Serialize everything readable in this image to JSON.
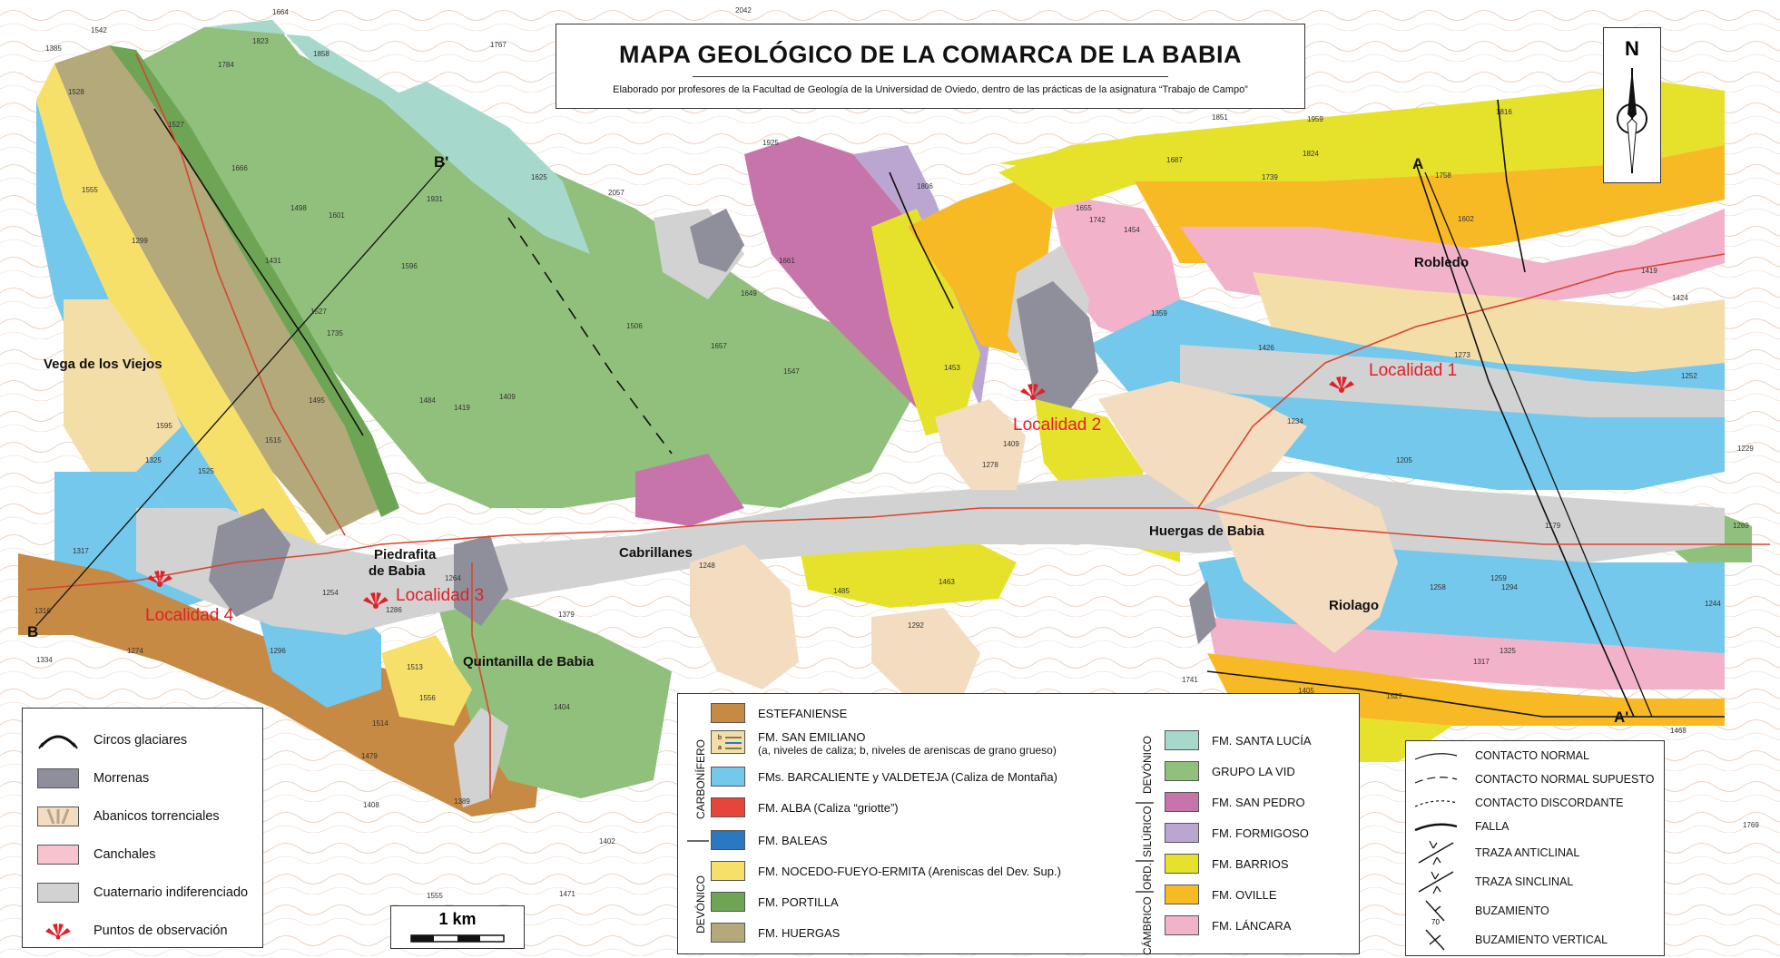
{
  "title": "MAPA GEOLÓGICO DE LA COMARCA DE LA BABIA",
  "subtitle": "Elaborado por profesores de la Facultad de Geología de la Universidad de Oviedo, dentro de las prácticas de la asignatura “Trabajo de Campo”",
  "north_label": "N",
  "scale_label": "1 km",
  "places": [
    {
      "key": "vega",
      "name": "Vega de los Viejos"
    },
    {
      "key": "piedrafita1",
      "name": "Piedrafita"
    },
    {
      "key": "piedrafita2",
      "name": "de Babia"
    },
    {
      "key": "cabrillanes",
      "name": "Cabrillanes"
    },
    {
      "key": "quintanilla",
      "name": "Quintanilla de Babia"
    },
    {
      "key": "huergas",
      "name": "Huergas de Babia"
    },
    {
      "key": "riolago",
      "name": "Riolago"
    },
    {
      "key": "robledo",
      "name": "Robledo"
    }
  ],
  "localities": [
    "Localidad 1",
    "Localidad 2",
    "Localidad 3",
    "Localidad 4"
  ],
  "section_labels": [
    "A",
    "A'",
    "B",
    "B'"
  ],
  "elevations": [
    "1385",
    "1542",
    "1664",
    "1823",
    "1858",
    "1767",
    "2042",
    "1528",
    "1784",
    "1527",
    "1555",
    "1666",
    "1498",
    "1601",
    "1431",
    "1596",
    "1625",
    "2057",
    "1931",
    "1299",
    "1735",
    "1527",
    "1525",
    "1595",
    "1506",
    "1657",
    "1409",
    "1484",
    "1419",
    "1495",
    "1515",
    "1325",
    "1317",
    "1334",
    "1274",
    "1316",
    "1286",
    "1254",
    "1264",
    "1296",
    "1513",
    "1556",
    "1514",
    "1479",
    "1408",
    "1389",
    "1402",
    "1555",
    "1471",
    "1379",
    "1248",
    "1485",
    "1463",
    "1292",
    "1627",
    "1404",
    "1925",
    "1806",
    "1661",
    "1649",
    "1547",
    "1453",
    "1409",
    "1278",
    "1851",
    "1959",
    "1687",
    "1824",
    "1739",
    "1655",
    "1742",
    "1454",
    "1359",
    "1426",
    "1234",
    "1205",
    "1273",
    "1816",
    "1758",
    "1602",
    "1767",
    "1419",
    "1424",
    "1252",
    "1229",
    "1289",
    "1179",
    "1258",
    "1259",
    "1294",
    "1244",
    "1325",
    "1317",
    "1741",
    "1405",
    "1527",
    "1468",
    "1769"
  ],
  "legend_left": [
    {
      "label": "Circos glaciares",
      "icon": "cirque-icon"
    },
    {
      "label": "Morrenas",
      "color": "#8f8f9c"
    },
    {
      "label": "Abanicos torrenciales",
      "color": "#f3dcc0"
    },
    {
      "label": "Canchales",
      "color": "#f6c3cf"
    },
    {
      "label": "Cuaternario indiferenciado",
      "color": "#d2d2d2"
    },
    {
      "label": "Puntos de observación",
      "icon": "observation-point-icon"
    }
  ],
  "legend_mid": {
    "ages": {
      "carbonifero": "CARBONÍFERO",
      "devonico_low": "DEVÓNICO",
      "devonico_up": "DEVÓNICO",
      "silurico": "SILÚRICO",
      "ord": "ORD.",
      "cambrico": "CÁMBRICO"
    },
    "left_col": [
      {
        "label": "ESTEFANIENSE",
        "color": "#c68a44"
      },
      {
        "label": "FM. SAN EMILIANO",
        "sub": "(a, niveles de caliza; b, niveles de areniscas de grano grueso)",
        "color": "#f4dea8"
      },
      {
        "label": "FMs. BARCALIENTE y VALDETEJA (Caliza de Montaña)",
        "color": "#74c8ec"
      },
      {
        "label": "FM. ALBA (Caliza “griotte”)",
        "color": "#e8453a"
      },
      {
        "label": "FM. BALEAS",
        "color": "#2a78c2"
      },
      {
        "label": "FM. NOCEDO-FUEYO-ERMITA (Areniscas del Dev. Sup.)",
        "color": "#f6e06a"
      },
      {
        "label": "FM. PORTILLA",
        "color": "#6da555"
      },
      {
        "label": "FM. HUERGAS",
        "color": "#b3a97a"
      }
    ],
    "right_col": [
      {
        "label": "FM. SANTA LUCÍA",
        "color": "#a6d8cc"
      },
      {
        "label": "GRUPO LA VID",
        "color": "#90c07c"
      },
      {
        "label": "FM. SAN PEDRO",
        "color": "#c774ab"
      },
      {
        "label": "FM. FORMIGOSO",
        "color": "#bba6d2"
      },
      {
        "label": "FM. BARRIOS",
        "color": "#e6e22c"
      },
      {
        "label": "FM. OVILLE",
        "color": "#f7ba25"
      },
      {
        "label": "FM. LÁNCARA",
        "color": "#f2b2ca"
      }
    ]
  },
  "legend_right": [
    {
      "label": "CONTACTO NORMAL",
      "icon": "normal-contact-icon"
    },
    {
      "label": "CONTACTO NORMAL SUPUESTO",
      "icon": "supposed-contact-icon"
    },
    {
      "label": "CONTACTO DISCORDANTE",
      "icon": "unconformable-contact-icon"
    },
    {
      "label": "FALLA",
      "icon": "fault-icon"
    },
    {
      "label": "TRAZA ANTICLINAL",
      "icon": "anticline-trace-icon"
    },
    {
      "label": "TRAZA SINCLINAL",
      "icon": "syncline-trace-icon"
    },
    {
      "label": "BUZAMIENTO",
      "icon": "dip-icon",
      "value": "70"
    },
    {
      "label": "BUZAMIENTO VERTICAL",
      "icon": "vertical-dip-icon"
    }
  ],
  "colors": {
    "estefaniense": "#c68a44",
    "san_emiliano": "#f4dea8",
    "caliza_montana": "#74c8ec",
    "alba": "#e8453a",
    "baleas": "#2a78c2",
    "nocedo": "#f6e06a",
    "portilla": "#6da555",
    "huergas": "#b3a97a",
    "santa_lucia": "#a6d8cc",
    "la_vid": "#90c07c",
    "san_pedro": "#c774ab",
    "formigoso": "#bba6d2",
    "barrios": "#e6e22c",
    "oville": "#f7ba25",
    "lancara": "#f2b2ca",
    "morrenas": "#8f8f9c",
    "abanicos": "#f3dcc0",
    "canchales": "#f6c3cf",
    "cuaternario": "#d2d2d2",
    "localidad": "#e0202a"
  }
}
